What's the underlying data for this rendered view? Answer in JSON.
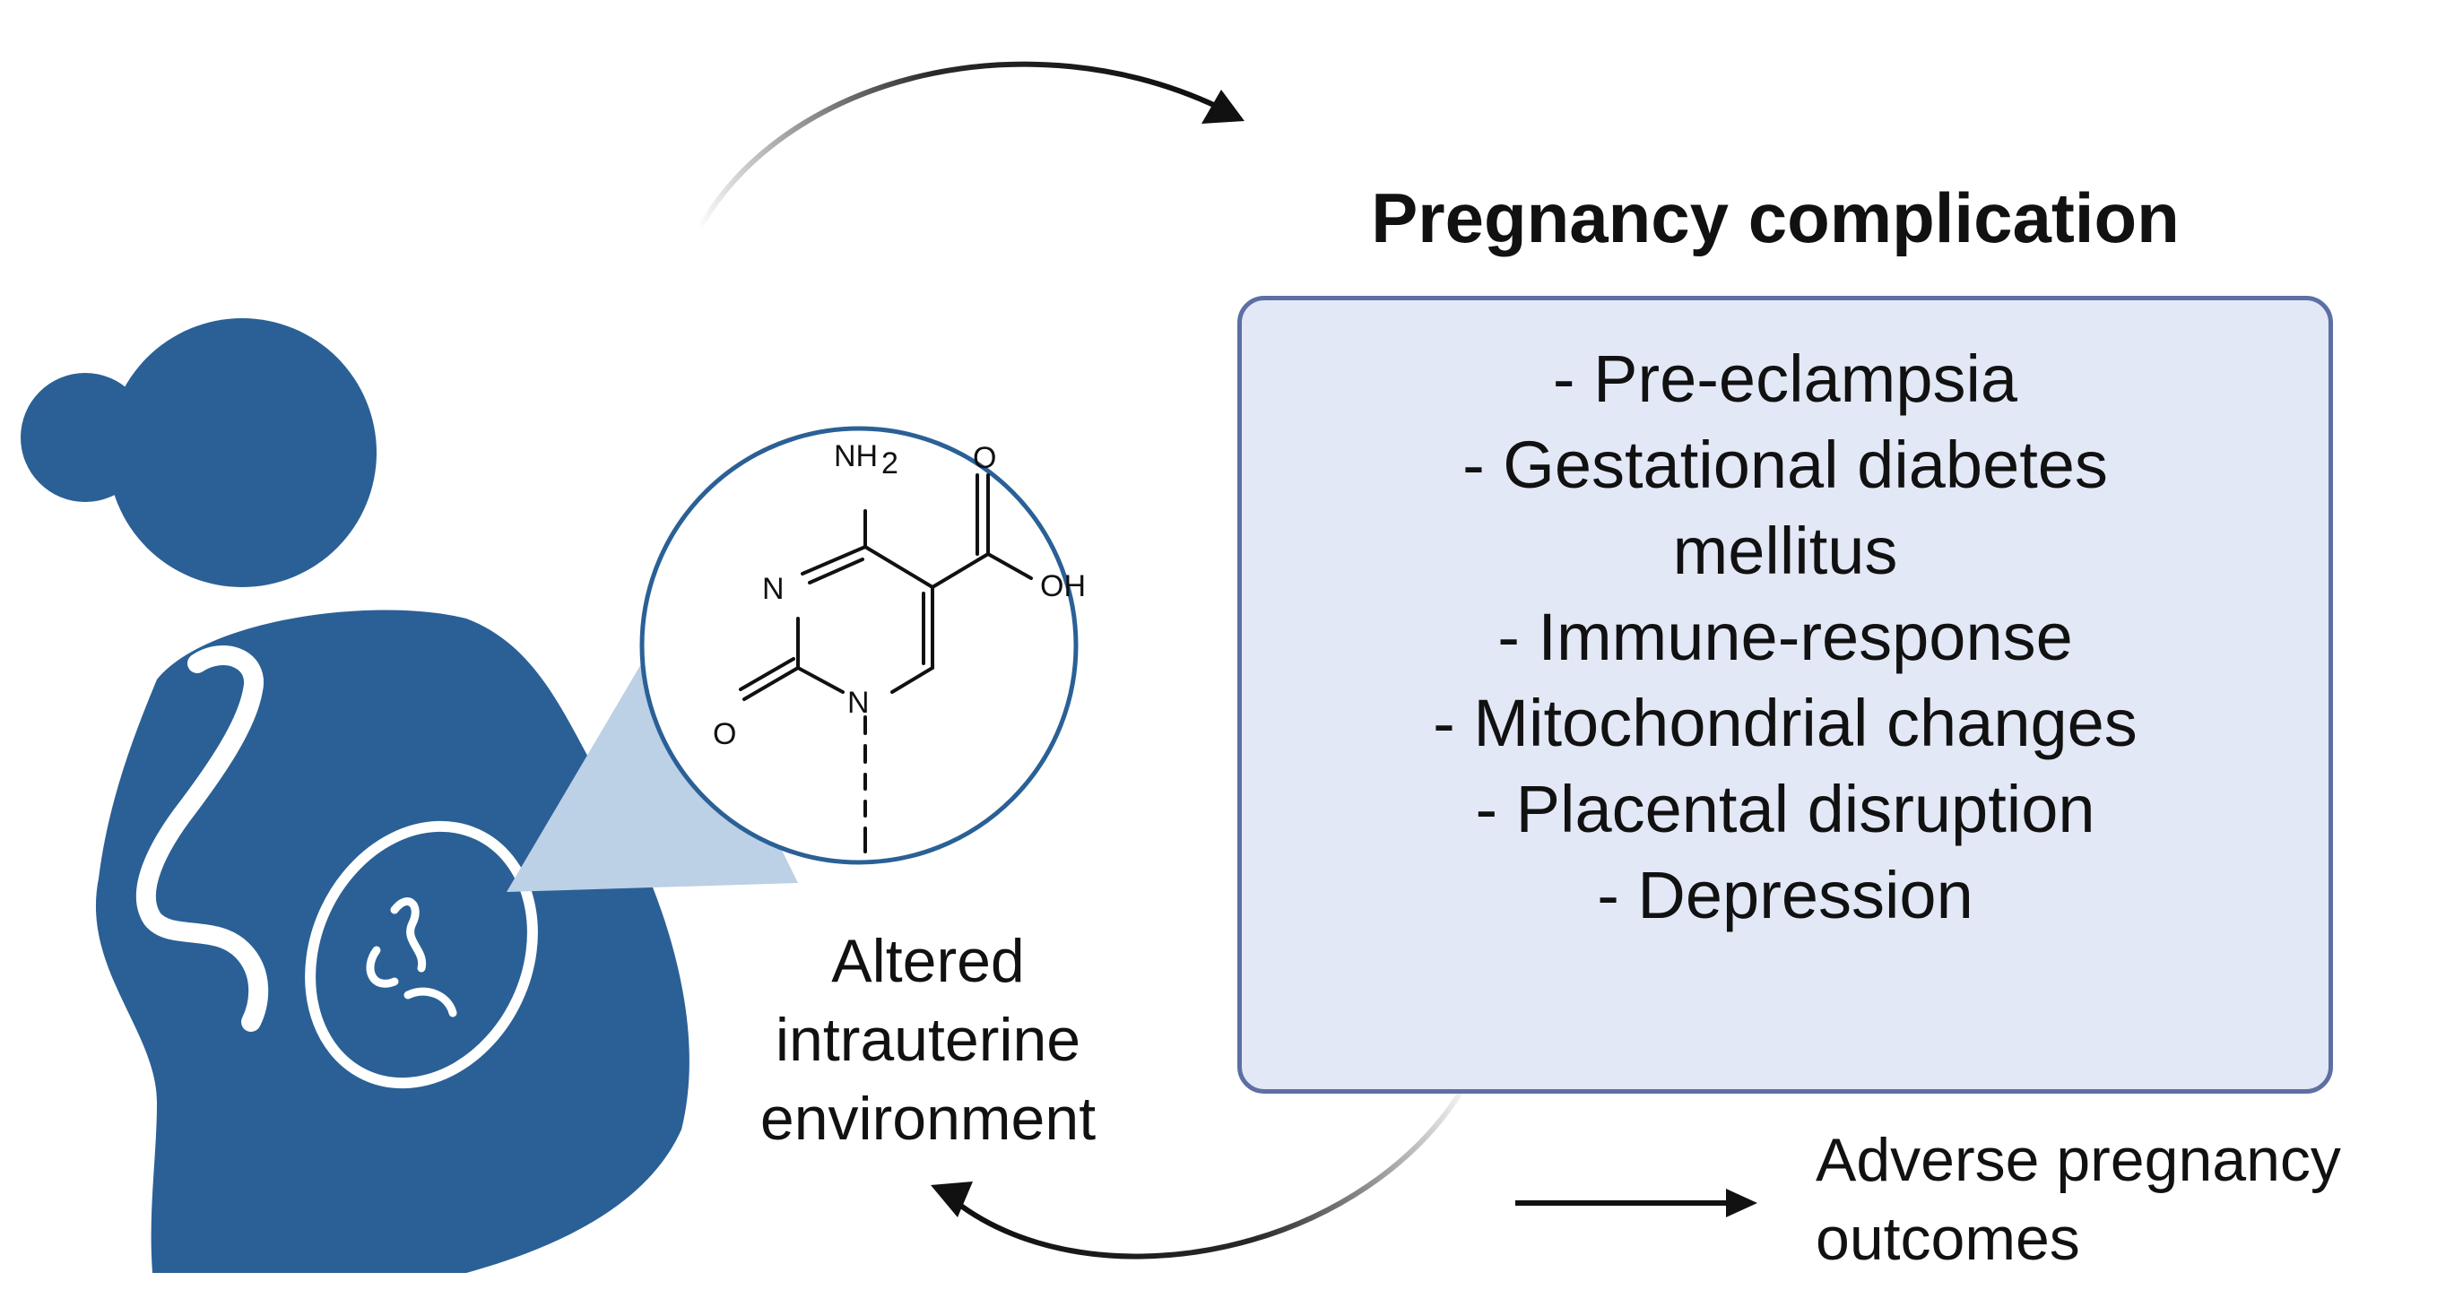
{
  "title": "Pregnancy complication",
  "complications": [
    "- Pre-eclampsia",
    "- Gestational diabetes\nmellitus",
    "- Immune-response",
    "- Mitochondrial changes",
    "- Placental disruption",
    "- Depression"
  ],
  "left_caption": "Altered\nintrauterine\nenvironment",
  "right_caption": "Adverse pregnancy\noutcomes",
  "molecule": {
    "nh2_label": "NH",
    "nh2_subscript": "2",
    "o_top_label": "O",
    "oh_label": "OH",
    "n3_label": "N",
    "n1_label": "N",
    "o2_label": "O"
  },
  "colors": {
    "figure_blue": "#2a6096",
    "zoom_wedge": "#bcd0e6",
    "box_fill": "#e3e8f6",
    "box_border": "#5d6fa3",
    "arrow": "#111111"
  },
  "icons": [
    "pregnant-woman-icon",
    "fetus-icon",
    "molecule-5-carboxylcytosine",
    "cycle-arrow-icon",
    "right-arrow-icon"
  ]
}
